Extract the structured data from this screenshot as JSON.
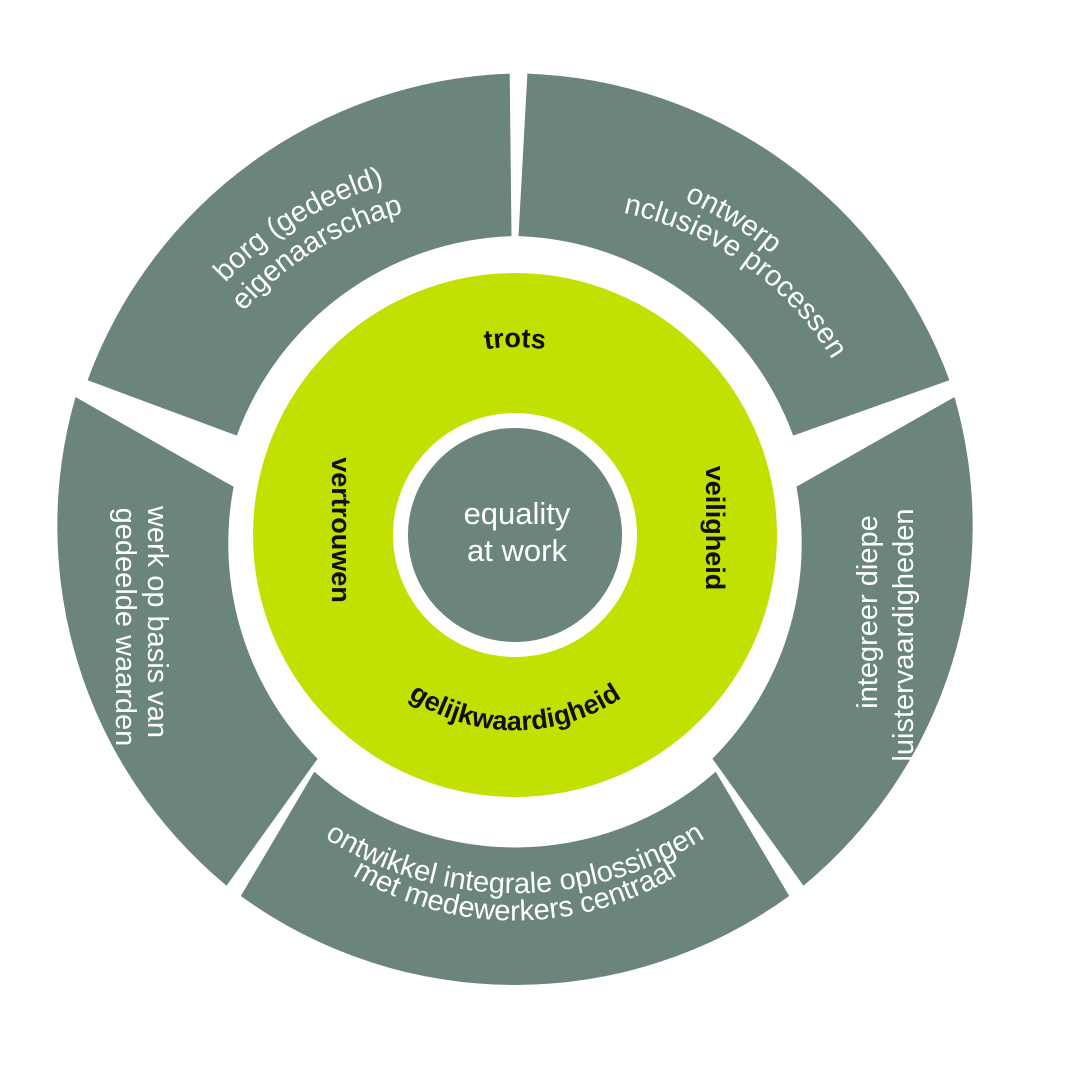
{
  "colors": {
    "background": "#ffffff",
    "segment": "#6b857b",
    "ring": "#c2e002",
    "center": "#6b857b",
    "outer_text": "#ffffff",
    "ring_text": "#111111",
    "center_text": "#ffffff"
  },
  "center": {
    "line1": "equality",
    "line2": "at work"
  },
  "ring_words": {
    "top": "trots",
    "right": "veiligheid",
    "bottom": "gelijkwaardigheid",
    "left": "vertrouwen"
  },
  "segments": {
    "top_left": {
      "line1": "borg (gedeeld)",
      "line2": "eigenaarschap"
    },
    "top_right": {
      "line1": "ontwerp",
      "line2": "inclusieve processen"
    },
    "right": {
      "line1": "integreer diepe",
      "line2": "luistervaardigheden"
    },
    "bottom": {
      "line1": "ontwikkel integrale oplossingen",
      "line2": "met medewerkers centraal"
    },
    "left": {
      "line1": "werk op basis van",
      "line2": "gedeelde waarden"
    }
  }
}
